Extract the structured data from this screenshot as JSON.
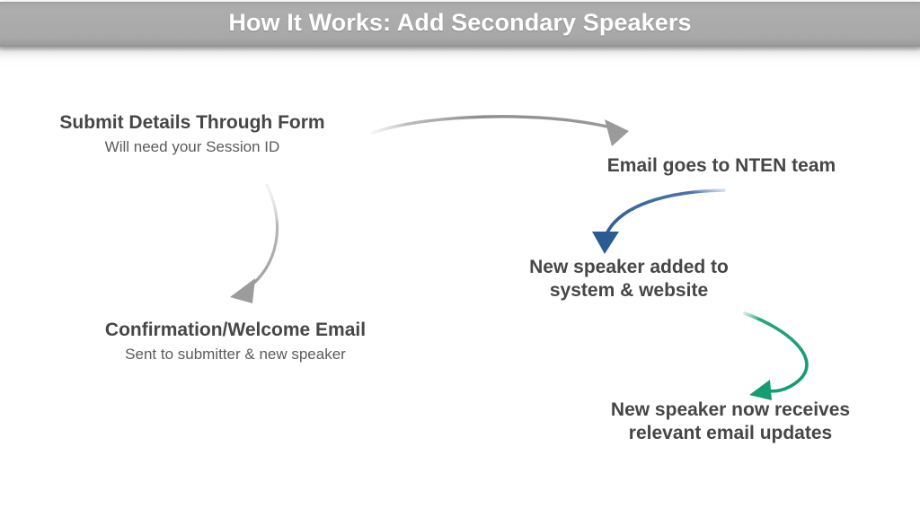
{
  "slide": {
    "title": "How It Works: Add Secondary Speakers",
    "background_color": "#ffffff",
    "banner_color": "#a8a8a8",
    "title_color": "#ffffff"
  },
  "nodes": {
    "submit": {
      "heading": "Submit Details Through Form",
      "sub": "Will need your Session ID"
    },
    "confirm": {
      "heading": "Confirmation/Welcome Email",
      "sub": "Sent to submitter & new speaker"
    },
    "nten": {
      "heading": "Email goes to NTEN team",
      "sub": ""
    },
    "added": {
      "heading": "New speaker added to\nsystem & website",
      "sub": ""
    },
    "receives": {
      "heading": "New speaker now receives\nrelevant email updates",
      "sub": ""
    }
  },
  "arrows": [
    {
      "name": "submit-to-nten",
      "color": "#9a9a9a",
      "from": "Submit Details Through Form",
      "to": "Email goes to NTEN team"
    },
    {
      "name": "submit-to-confirmation",
      "color": "#9a9a9a",
      "from": "Submit Details Through Form",
      "to": "Confirmation/Welcome Email"
    },
    {
      "name": "nten-to-added",
      "color": "#2e5e96",
      "from": "Email goes to NTEN team",
      "to": "New speaker added to system & website"
    },
    {
      "name": "added-to-receives",
      "color": "#189f72",
      "from": "New speaker added to system & website",
      "to": "New speaker now receives relevant email updates"
    }
  ]
}
